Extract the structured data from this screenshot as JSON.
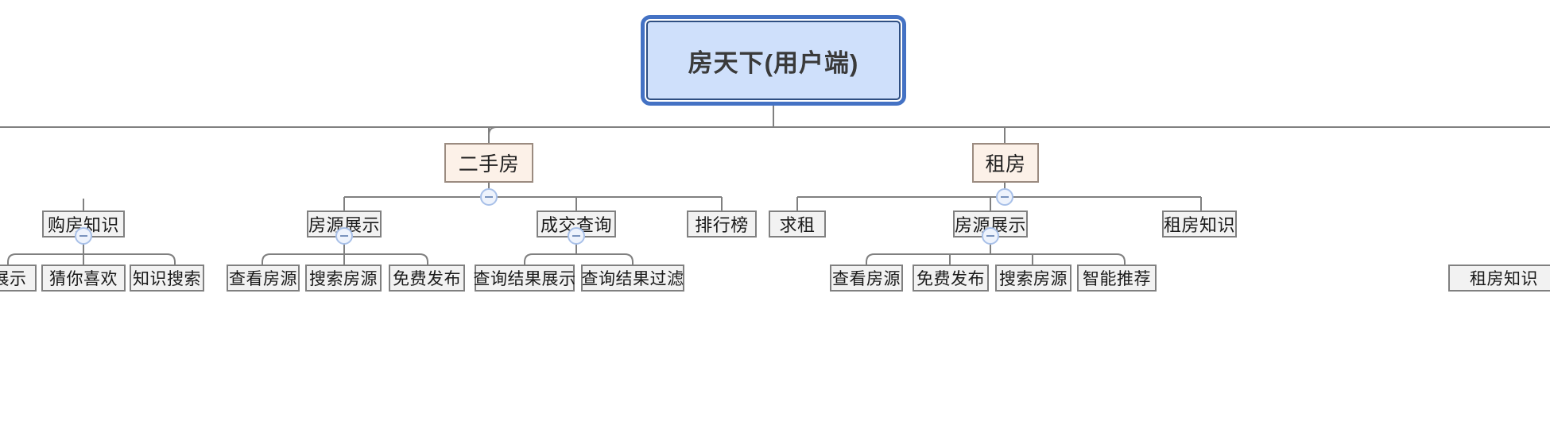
{
  "diagram": {
    "type": "tree-mindmap",
    "title": "房天下(用户端)",
    "orientation": "top-down",
    "colors": {
      "root_fill": "#cfe0fb",
      "root_border": "#2f4f82",
      "root_outline": "#4472c4",
      "category_fill": "#fcf1e8",
      "category_border": "#9b8b80",
      "node_fill": "#f2f2f2",
      "node_border": "#808080",
      "connector": "#808080",
      "toggle_border": "#a8c0e8",
      "toggle_fill": "#eef3fc",
      "background": "#ffffff"
    }
  },
  "root": {
    "label": "房天下(用户端)"
  },
  "categories": [
    {
      "label": "二手房",
      "toggle_state": "expanded",
      "toggle_glyph": "minus"
    },
    {
      "label": "租房",
      "toggle_state": "expanded",
      "toggle_glyph": "minus"
    }
  ],
  "groups": [
    {
      "label": "购房知识",
      "toggle_state": "expanded",
      "toggle_glyph": "minus"
    },
    {
      "label": "房源展示",
      "toggle_state": "expanded",
      "toggle_glyph": "minus"
    },
    {
      "label": "成交查询",
      "toggle_state": "expanded",
      "toggle_glyph": "minus"
    },
    {
      "label": "排行榜",
      "toggle_state": "none",
      "toggle_glyph": ""
    },
    {
      "label": "求租",
      "toggle_state": "none",
      "toggle_glyph": ""
    },
    {
      "label": "房源展示",
      "toggle_state": "expanded",
      "toggle_glyph": "minus"
    },
    {
      "label": "租房知识",
      "toggle_state": "none",
      "toggle_glyph": ""
    }
  ],
  "leaves": [
    {
      "label": "展示",
      "clipped": "left"
    },
    {
      "label": "猜你喜欢"
    },
    {
      "label": "知识搜索"
    },
    {
      "label": "查看房源"
    },
    {
      "label": "搜索房源"
    },
    {
      "label": "免费发布"
    },
    {
      "label": "查询结果展示"
    },
    {
      "label": "查询结果过滤"
    },
    {
      "label": "查看房源"
    },
    {
      "label": "免费发布"
    },
    {
      "label": "搜索房源"
    },
    {
      "label": "智能推荐"
    },
    {
      "label": "租房知识",
      "clipped": "right"
    }
  ]
}
